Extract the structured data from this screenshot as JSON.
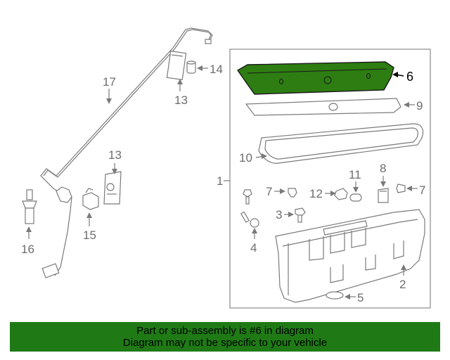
{
  "diagram": {
    "callouts": {
      "c1": "1",
      "c2": "2",
      "c3": "3",
      "c4": "4",
      "c5": "5",
      "c6": "6",
      "c7a": "7",
      "c7b": "7",
      "c8": "8",
      "c9": "9",
      "c10": "10",
      "c11": "11",
      "c12": "12",
      "c13a": "13",
      "c13b": "13",
      "c14": "14",
      "c15": "15",
      "c16": "16",
      "c17": "17"
    },
    "highlight_part": "6",
    "highlight_color": "#2e7d12"
  },
  "footer": {
    "line1": "Part or sub-assembly is #6 in diagram",
    "line2": "Diagram may not be specific to your vehicle",
    "background": "#1f7a16"
  }
}
